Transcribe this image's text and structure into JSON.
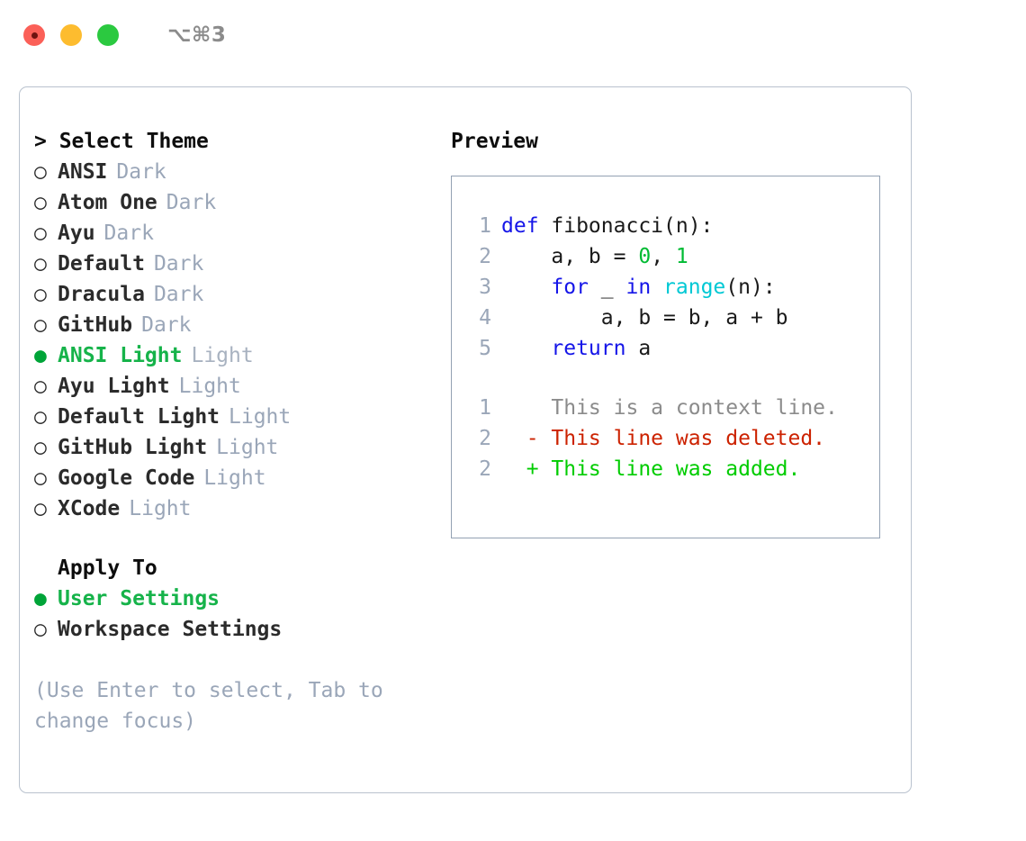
{
  "titlebar": {
    "shortcut": "⌥⌘3",
    "buttons": [
      {
        "name": "close",
        "color": "#fb6058"
      },
      {
        "name": "minimize",
        "color": "#fdbc2f"
      },
      {
        "name": "maximize",
        "color": "#2bc940"
      }
    ]
  },
  "theme_picker": {
    "heading": "> Select Theme",
    "marker_selected": "●",
    "marker_unselected": "○",
    "items": [
      {
        "name": "ANSI",
        "mode": "Dark",
        "selected": false
      },
      {
        "name": "Atom One",
        "mode": "Dark",
        "selected": false
      },
      {
        "name": "Ayu",
        "mode": "Dark",
        "selected": false
      },
      {
        "name": "Default",
        "mode": "Dark",
        "selected": false
      },
      {
        "name": "Dracula",
        "mode": "Dark",
        "selected": false
      },
      {
        "name": "GitHub",
        "mode": "Dark",
        "selected": false
      },
      {
        "name": "ANSI Light",
        "mode": "Light",
        "selected": true
      },
      {
        "name": "Ayu Light",
        "mode": "Light",
        "selected": false
      },
      {
        "name": "Default Light",
        "mode": "Light",
        "selected": false
      },
      {
        "name": "GitHub Light",
        "mode": "Light",
        "selected": false
      },
      {
        "name": "Google Code",
        "mode": "Light",
        "selected": false
      },
      {
        "name": "XCode",
        "mode": "Light",
        "selected": false
      }
    ]
  },
  "apply_to": {
    "heading": "Apply To",
    "items": [
      {
        "name": "User Settings",
        "selected": true
      },
      {
        "name": "Workspace Settings",
        "selected": false
      }
    ]
  },
  "hint": "(Use Enter to select, Tab to change focus)",
  "preview": {
    "title": "Preview",
    "code_lines": [
      {
        "number": "1",
        "tokens": [
          {
            "text": "def ",
            "kind": "kw"
          },
          {
            "text": "fibonacci(n):",
            "kind": "plain"
          }
        ]
      },
      {
        "number": "2",
        "tokens": [
          {
            "text": "    a, b = ",
            "kind": "plain"
          },
          {
            "text": "0",
            "kind": "num"
          },
          {
            "text": ", ",
            "kind": "plain"
          },
          {
            "text": "1",
            "kind": "num"
          }
        ]
      },
      {
        "number": "3",
        "tokens": [
          {
            "text": "    ",
            "kind": "plain"
          },
          {
            "text": "for",
            "kind": "kw"
          },
          {
            "text": " _ ",
            "kind": "plain"
          },
          {
            "text": "in",
            "kind": "kw"
          },
          {
            "text": " ",
            "kind": "plain"
          },
          {
            "text": "range",
            "kind": "fn"
          },
          {
            "text": "(n):",
            "kind": "plain"
          }
        ]
      },
      {
        "number": "4",
        "tokens": [
          {
            "text": "        a, b = b, a + b",
            "kind": "plain"
          }
        ]
      },
      {
        "number": "5",
        "tokens": [
          {
            "text": "    ",
            "kind": "plain"
          },
          {
            "text": "return",
            "kind": "kw"
          },
          {
            "text": " a",
            "kind": "plain"
          }
        ]
      }
    ],
    "diff_lines": [
      {
        "number": "1",
        "sign": " ",
        "text": "This is a context line.",
        "kind": "context"
      },
      {
        "number": "2",
        "sign": "-",
        "text": "This line was deleted.",
        "kind": "del"
      },
      {
        "number": "2",
        "sign": "+",
        "text": "This line was added.",
        "kind": "add"
      }
    ]
  },
  "colors": {
    "accent_green": "#16b34a",
    "marker_green": "#00a438",
    "muted": "#9aa6b8",
    "keyword": "#1515e8",
    "function": "#00c8d4",
    "number": "#00bb33",
    "diff_delete": "#cc2200",
    "diff_add": "#00cc00",
    "border": "#b9c2ce",
    "preview_border": "#93a1b3"
  }
}
